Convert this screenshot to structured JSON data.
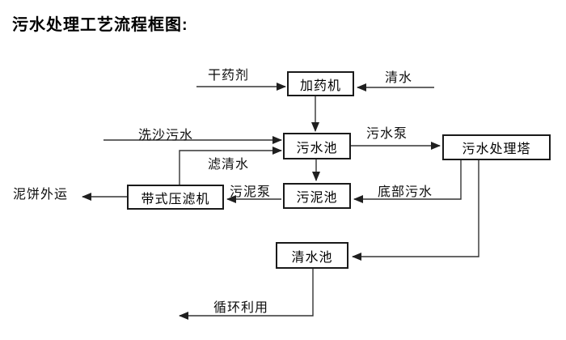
{
  "title": "污水处理工艺流程框图:",
  "nodes": {
    "dosing_machine": {
      "label": "加药机"
    },
    "sewage_pool": {
      "label": "污水池"
    },
    "treatment_tower": {
      "label": "污水处理塔"
    },
    "sludge_pool": {
      "label": "污泥池"
    },
    "belt_filter_press": {
      "label": "带式压滤机"
    },
    "clean_water_pool": {
      "label": "清水池"
    }
  },
  "flow_labels": {
    "dry_agent": "干药剂",
    "clean_water": "清水",
    "sand_washing_sewage": "洗沙污水",
    "filtered_water": "滤清水",
    "sewage_pump": "污水泵",
    "bottom_sewage": "底部污水",
    "sludge_pump": "污泥泵",
    "mud_cake_out": "泥饼外运",
    "recycling": "循环利用"
  },
  "edges": [
    {
      "from": "干药剂",
      "to": "加药机"
    },
    {
      "from": "清水",
      "to": "加药机"
    },
    {
      "from": "加药机",
      "to": "污水池"
    },
    {
      "from": "洗沙污水",
      "to": "污水池"
    },
    {
      "from": "带式压滤机",
      "to": "污水池",
      "label": "滤清水"
    },
    {
      "from": "污水池",
      "to": "污水处理塔",
      "label": "污水泵"
    },
    {
      "from": "污水池",
      "to": "污泥池"
    },
    {
      "from": "污水处理塔",
      "to": "污泥池",
      "label": "底部污水"
    },
    {
      "from": "污泥池",
      "to": "带式压滤机",
      "label": "污泥泵"
    },
    {
      "from": "带式压滤机",
      "to": "泥饼外运"
    },
    {
      "from": "污水处理塔",
      "to": "清水池"
    },
    {
      "from": "清水池",
      "to": "循环利用"
    }
  ],
  "colors": {
    "background": "#ffffff",
    "line": "#333333",
    "border": "#1a1a1a",
    "text": "#000000"
  }
}
